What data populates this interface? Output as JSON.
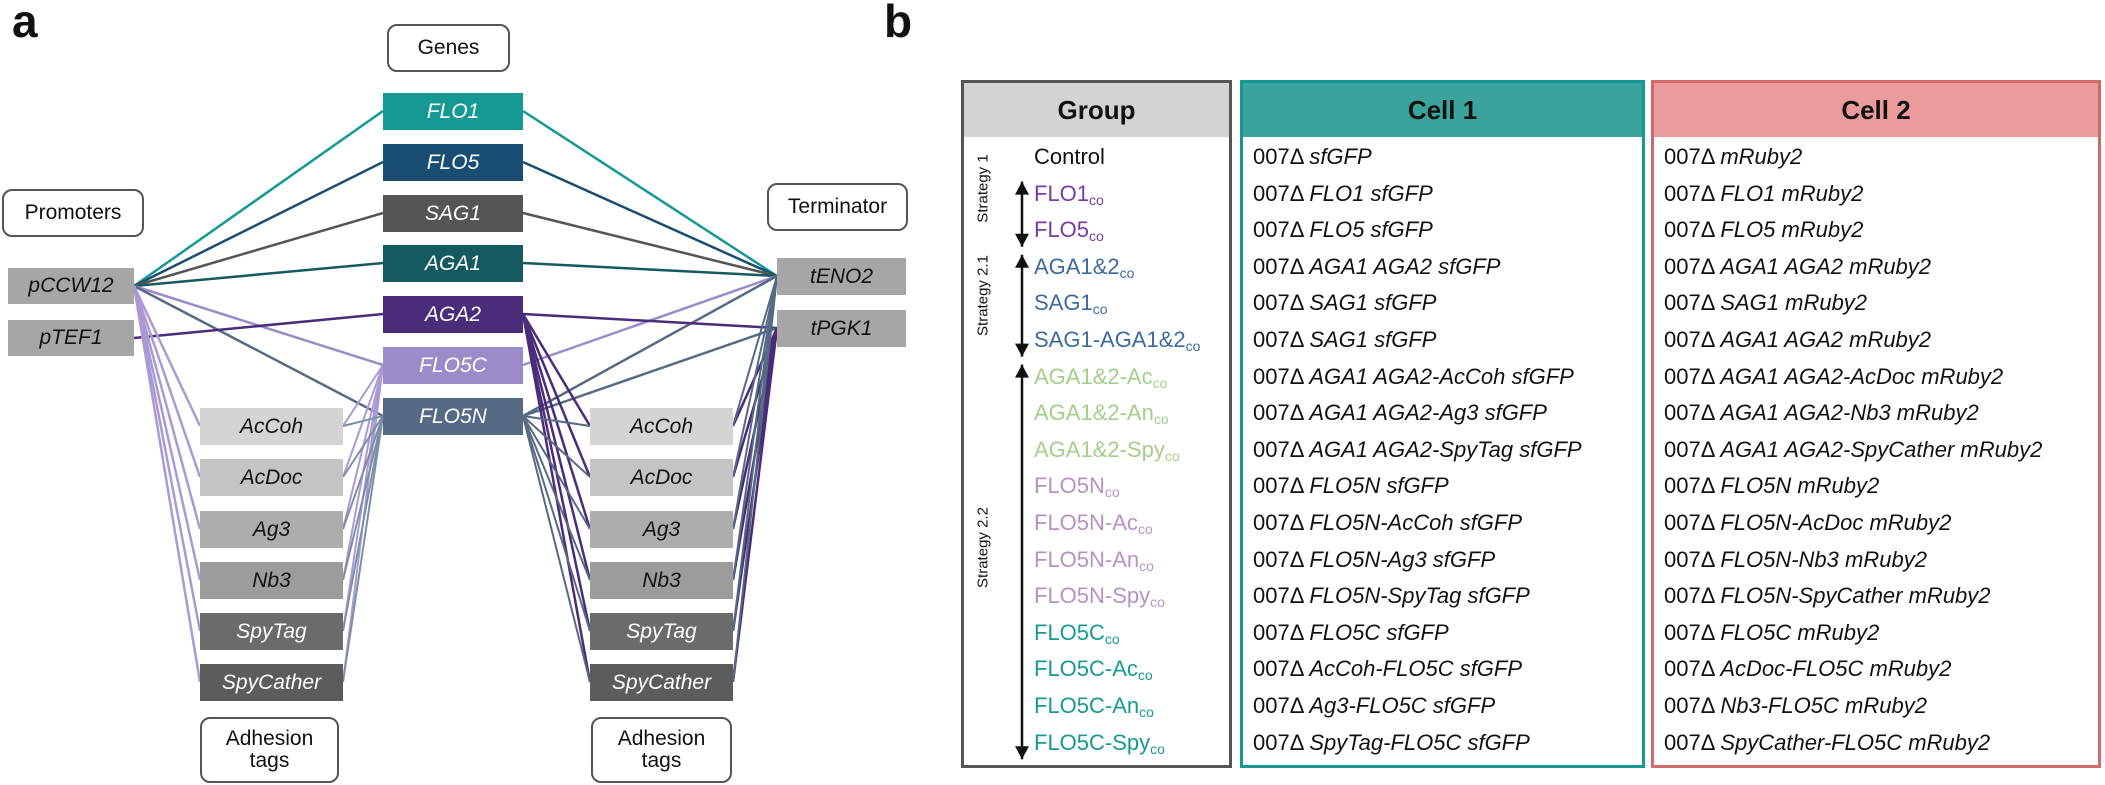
{
  "panel_a": {
    "label": "a",
    "callouts": {
      "genes": "Genes",
      "promoters": "Promoters",
      "terminator": "Terminator",
      "adhesion_left": [
        "Adhesion",
        "tags"
      ],
      "adhesion_right": [
        "Adhesion",
        "tags"
      ]
    },
    "promoters": [
      "pCCW12",
      "pTEF1"
    ],
    "terminators": [
      "tENO2",
      "tPGK1"
    ],
    "genes": [
      {
        "label": "FLO1",
        "color": "#149a93"
      },
      {
        "label": "FLO5",
        "color": "#1a4d72"
      },
      {
        "label": "SAG1",
        "color": "#555555"
      },
      {
        "label": "AGA1",
        "color": "#155a5e"
      },
      {
        "label": "AGA2",
        "color": "#4b2c7a"
      },
      {
        "label": "FLO5C",
        "color": "#9b8cc9"
      },
      {
        "label": "FLO5N",
        "color": "#566a83"
      }
    ],
    "tags": [
      {
        "label": "AcCoh",
        "color": "#d4d4d4"
      },
      {
        "label": "AcDoc",
        "color": "#c4c4c4"
      },
      {
        "label": "Ag3",
        "color": "#adadad"
      },
      {
        "label": "Nb3",
        "color": "#9c9c9c"
      },
      {
        "label": "SpyTag",
        "color": "#6b6b6b"
      },
      {
        "label": "SpyCather",
        "color": "#5c5c5c"
      }
    ]
  },
  "panel_b": {
    "label": "b",
    "headers": {
      "group": "Group",
      "cell1": "Cell 1",
      "cell2": "Cell 2"
    },
    "colors": {
      "group_header_bg": "#d3d3d3",
      "cell1_border": "#149a93",
      "cell1_header_bg": "#3aa39c",
      "cell2_border": "#d16a6a",
      "cell2_header_bg": "#eb9b9b"
    },
    "strategies": [
      "Strategy 1",
      "Strategy 2.1",
      "Strategy 2.2"
    ],
    "rows": [
      {
        "group": "Control",
        "sub": "",
        "color": "#111111",
        "cell1": "007Δ sfGFP",
        "cell2": "007Δ mRuby2"
      },
      {
        "group": "FLO1",
        "sub": "co",
        "color": "#7b3a9e",
        "cell1": "007Δ FLO1 sfGFP",
        "cell2": "007Δ FLO1 mRuby2"
      },
      {
        "group": "FLO5",
        "sub": "co",
        "color": "#7b3a9e",
        "cell1": "007Δ FLO5 sfGFP",
        "cell2": "007Δ FLO5 mRuby2"
      },
      {
        "group": "AGA1&2",
        "sub": "co",
        "color": "#3d6a9e",
        "cell1": "007Δ AGA1 AGA2 sfGFP",
        "cell2": "007Δ AGA1 AGA2 mRuby2"
      },
      {
        "group": "SAG1",
        "sub": "co",
        "color": "#3d6a9e",
        "cell1": "007Δ SAG1 sfGFP",
        "cell2": "007Δ SAG1 mRuby2"
      },
      {
        "group": "SAG1-AGA1&2",
        "sub": "co",
        "color": "#3d6a9e",
        "cell1": "007Δ SAG1 sfGFP",
        "cell2": "007Δ AGA1 AGA2 mRuby2"
      },
      {
        "group": "AGA1&2-Ac",
        "sub": "co",
        "color": "#a3cf8a",
        "cell1": "007Δ AGA1 AGA2-AcCoh sfGFP",
        "cell2": "007Δ AGA1 AGA2-AcDoc mRuby2"
      },
      {
        "group": "AGA1&2-An",
        "sub": "co",
        "color": "#a3cf8a",
        "cell1": "007Δ AGA1 AGA2-Ag3 sfGFP",
        "cell2": "007Δ AGA1 AGA2-Nb3 mRuby2"
      },
      {
        "group": "AGA1&2-Spy",
        "sub": "co",
        "color": "#a3cf8a",
        "cell1": "007Δ AGA1 AGA2-SpyTag sfGFP",
        "cell2": "007Δ AGA1 AGA2-SpyCather mRuby2"
      },
      {
        "group": "FLO5N",
        "sub": "co",
        "color": "#b891c4",
        "cell1": "007Δ FLO5N sfGFP",
        "cell2": "007Δ FLO5N mRuby2"
      },
      {
        "group": "FLO5N-Ac",
        "sub": "co",
        "color": "#b891c4",
        "cell1": "007Δ FLO5N-AcCoh sfGFP",
        "cell2": "007Δ FLO5N-AcDoc mRuby2"
      },
      {
        "group": "FLO5N-An",
        "sub": "co",
        "color": "#b891c4",
        "cell1": "007Δ FLO5N-Ag3 sfGFP",
        "cell2": "007Δ FLO5N-Nb3 mRuby2"
      },
      {
        "group": "FLO5N-Spy",
        "sub": "co",
        "color": "#b891c4",
        "cell1": "007Δ FLO5N-SpyTag sfGFP",
        "cell2": "007Δ FLO5N-SpyCather mRuby2"
      },
      {
        "group": "FLO5C",
        "sub": "co",
        "color": "#169a93",
        "cell1": "007Δ FLO5C sfGFP",
        "cell2": "007Δ FLO5C mRuby2"
      },
      {
        "group": "FLO5C-Ac",
        "sub": "co",
        "color": "#169a93",
        "cell1": "007Δ AcCoh-FLO5C sfGFP",
        "cell2": "007Δ AcDoc-FLO5C mRuby2"
      },
      {
        "group": "FLO5C-An",
        "sub": "co",
        "color": "#169a93",
        "cell1": "007Δ Ag3-FLO5C sfGFP",
        "cell2": "007Δ Nb3-FLO5C mRuby2"
      },
      {
        "group": "FLO5C-Spy",
        "sub": "co",
        "color": "#169a93",
        "cell1": "007Δ SpyTag-FLO5C sfGFP",
        "cell2": "007Δ SpyCather-FLO5C mRuby2"
      }
    ]
  }
}
